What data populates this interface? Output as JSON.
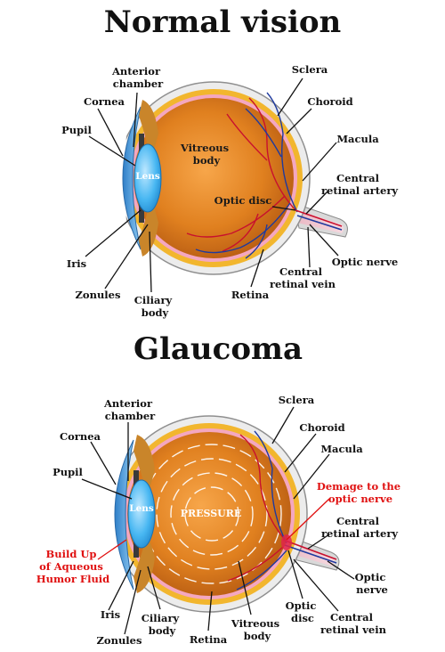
{
  "normal": {
    "title": "Normal vision",
    "labels": {
      "anterior_chamber": [
        "Anterior",
        "chamber"
      ],
      "sclera": "Sclera",
      "cornea": "Cornea",
      "choroid": "Choroid",
      "pupil": "Pupil",
      "macula": "Macula",
      "vitreous_body": [
        "Vitreous",
        "body"
      ],
      "lens": "Lens",
      "central_retinal_artery": [
        "Central",
        "retinal artery"
      ],
      "optic_disc": "Optic disc",
      "iris": "Iris",
      "optic_nerve": "Optic nerve",
      "central_retinal_vein": [
        "Central",
        "retinal vein"
      ],
      "zonules": "Zonules",
      "ciliary_body": [
        "Ciliary",
        "body"
      ],
      "retina": "Retina"
    }
  },
  "glaucoma": {
    "title": "Glaucoma",
    "labels": {
      "anterior_chamber": [
        "Anterior",
        "chamber"
      ],
      "sclera": "Sclera",
      "choroid": "Choroid",
      "cornea": "Cornea",
      "macula": "Macula",
      "pupil": "Pupil",
      "damage": [
        "Demage to the",
        "optic nerve"
      ],
      "lens": "Lens",
      "pressure": "PRESSURE",
      "central_retinal_artery": [
        "Central",
        "retinal artery"
      ],
      "build_up": [
        "Build Up",
        "of Aqueous",
        "Humor Fluid"
      ],
      "optic_nerve": [
        "Optic",
        "nerve"
      ],
      "optic_disc": [
        "Optic",
        "disc"
      ],
      "iris": "Iris",
      "ciliary_body": [
        "Ciliary",
        "body"
      ],
      "vitreous_body": [
        "Vitreous",
        "body"
      ],
      "central_retinal_vein": [
        "Central",
        "retinal vein"
      ],
      "zonules": "Zonules",
      "retina": "Retina"
    }
  },
  "colors": {
    "sclera": "#e8e8e8",
    "choroid": "#f0b429",
    "vitreous": "#d9731e",
    "retina_pink": "#f4a7c0",
    "cornea": "#4a9fe0",
    "lens": "#3fb0f0",
    "artery": "#c8102e",
    "vein": "#1f3a9e",
    "alert": "#e01010"
  }
}
